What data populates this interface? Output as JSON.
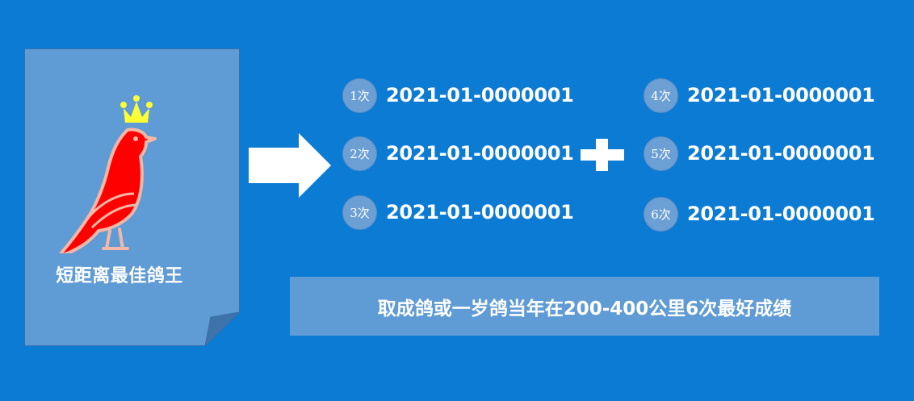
{
  "card": {
    "title": "短距离最佳鸽王",
    "icons": [
      "crown-icon",
      "pigeon-icon"
    ]
  },
  "races": [
    {
      "label": "1次",
      "code": "2021-01-0000001"
    },
    {
      "label": "2次",
      "code": "2021-01-0000001"
    },
    {
      "label": "3次",
      "code": "2021-01-0000001"
    },
    {
      "label": "4次",
      "code": "2021-01-0000001"
    },
    {
      "label": "5次",
      "code": "2021-01-0000001"
    },
    {
      "label": "6次",
      "code": "2021-01-0000001"
    }
  ],
  "footer": {
    "text": "取成鸽或一岁鸽当年在200-400公里6次最好成绩"
  },
  "colors": {
    "background": "#0b7bd4",
    "card": "#5f9bd4",
    "badge": "#6c9fd3",
    "pigeon_red": "#ff0000",
    "crown_yellow": "#ffff33"
  }
}
